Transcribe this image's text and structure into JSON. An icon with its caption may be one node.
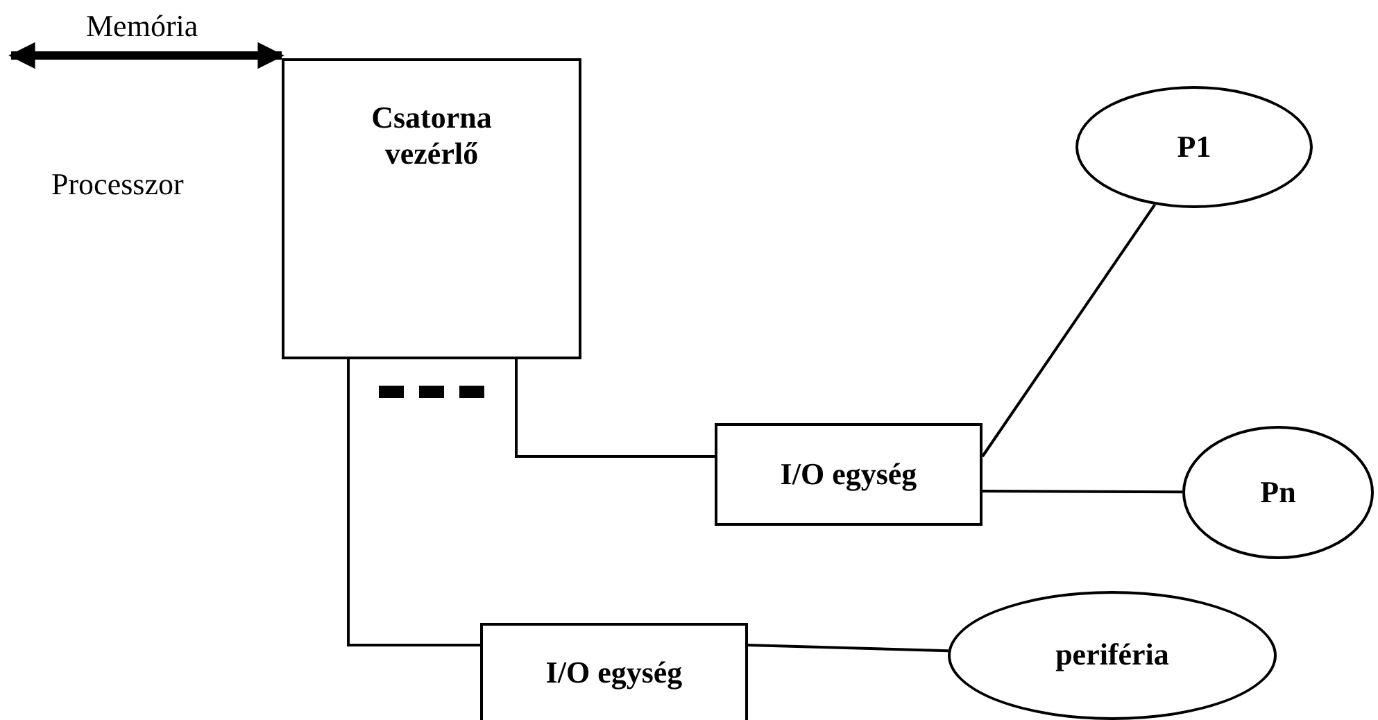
{
  "diagram": {
    "nodes": [
      {
        "text": [
          "Csatorna vezérlő"
        ]
      },
      {
        "text": [
          "P1"
        ]
      },
      {
        "text": [
          "I/O egység"
        ]
      },
      {
        "text": [
          "Pn"
        ]
      },
      {
        "text": [
          "I/O egység"
        ]
      },
      {
        "text": [
          "periféria"
        ]
      }
    ],
    "edges": [
      {
        "from": null,
        "to": 0,
        "arrow": "both",
        "style": "thick"
      },
      {
        "from": 0,
        "to": 2,
        "arrow": "none"
      },
      {
        "from": 0,
        "to": 4,
        "arrow": "none"
      },
      {
        "from": 2,
        "to": 1,
        "arrow": "none"
      },
      {
        "from": 2,
        "to": 3,
        "arrow": "none"
      },
      {
        "from": 4,
        "to": 5,
        "arrow": "none"
      }
    ],
    "labels": [
      "Memória",
      "Processzor"
    ]
  }
}
